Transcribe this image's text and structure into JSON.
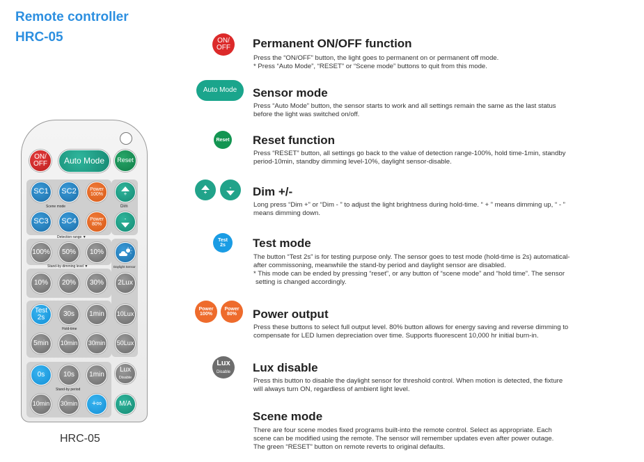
{
  "title_line1": "Remote controller",
  "title_line2": "HRC-05",
  "model_label": "HRC-05",
  "remote": {
    "onoff": [
      "ON/",
      "OFF"
    ],
    "auto": "Auto Mode",
    "reset": "Reset",
    "sc1": "SC1",
    "sc2": "SC2",
    "sc3": "SC3",
    "sc4": "SC4",
    "power100": [
      "Power",
      "100%"
    ],
    "power80": [
      "Power",
      "80%"
    ],
    "dim_plus": "+",
    "dim_minus": "-",
    "dim_label": "Dim",
    "scene_mode_label": "Scene mode",
    "detection_label": "Detection range ▼",
    "d100": "100%",
    "d50": "50%",
    "d10": "10%",
    "standby_dim_label": "Stand-by dimming level ▼",
    "s10": "10%",
    "s20": "20%",
    "s30": "30%",
    "daylight_label": "Daylight Sensor",
    "lux2": "2Lux",
    "lux10": "10Lux",
    "lux50": "50Lux",
    "test": [
      "Test",
      "2s"
    ],
    "h30s": "30s",
    "h1min": "1min",
    "hold_label": "Hold-time",
    "h5min": "5min",
    "h10min": "10min",
    "h30min": "30min",
    "luxdisable": [
      "Lux",
      "Disable"
    ],
    "p0s": "0s",
    "p10s": "10s",
    "p1min": "1min",
    "standby_period_label": "Stand-by period",
    "p10min": "10min",
    "p30min": "30min",
    "pinf": "+∞",
    "ma": "M/A"
  },
  "sections": {
    "permanent": {
      "icon": [
        "ON/",
        "OFF"
      ],
      "heading": "Permanent ON/OFF function",
      "lines": [
        "Press the “ON/OFF” button, the light goes to permanent on or permanent off mode.",
        "* Press “Auto Mode”, “RESET” or “Scene mode” buttons to quit from this mode."
      ]
    },
    "sensor": {
      "icon": "Auto Mode",
      "heading": "Sensor mode",
      "lines": [
        "Press “Auto Mode” button, the sensor starts to work and all settings remain the same as the last status",
        "before the light was switched on/off."
      ]
    },
    "reset": {
      "icon": "Reset",
      "heading": "Reset function",
      "lines": [
        "Press “RESET” button, all settings go back to the value of detection range-100%, hold time-1min, standby",
        "period-10min, standby dimming level-10%, daylight sensor-disable."
      ]
    },
    "dim": {
      "icon_plus": "+",
      "icon_minus": "-",
      "heading": "Dim +/-",
      "lines": [
        "Long press “Dim +” or “Dim - ” to adjust the light brightness during hold-time. “ + ” means dimming up, “ - ”",
        "means dimming down."
      ]
    },
    "test": {
      "icon": [
        "Test",
        "2s"
      ],
      "heading": "Test mode",
      "lines": [
        "The button “Test 2s” is for testing purpose only. The sensor goes to test mode (hold-time is 2s) automatical-",
        "after commissoning, meanwhile the stand-by period and daylight sensor are disabled.",
        "* This mode can be ended by pressing “reset”, or any button of “scene mode” and “hold time”. The sensor",
        "setting is changed accordingly."
      ]
    },
    "power": {
      "icon100": [
        "Power",
        "100%"
      ],
      "icon80": [
        "Power",
        "80%"
      ],
      "heading": "Power output",
      "lines": [
        "Press these buttons to select full output level. 80% button allows for energy saving and reverse dimming to",
        "compensate for LED lumen depreciation over time. Supports fluorescent 10,000 hr initial burn-in."
      ]
    },
    "lux": {
      "icon": [
        "Lux",
        "Disable"
      ],
      "heading": "Lux disable",
      "lines": [
        "Press this button to disable the daylight sensor for threshold control. When motion is detected, the fixture",
        "will always turn ON, regardless of ambient light level."
      ]
    },
    "scene": {
      "heading": "Scene mode",
      "lines": [
        "There are four scene modes fixed programs built-into the remote control. Select as appropriate. Each",
        "scene can be modified using the remote. The sensor will remember updates even after power outage.",
        "The green “RESET” button on remote reverts to original defaults."
      ]
    }
  }
}
